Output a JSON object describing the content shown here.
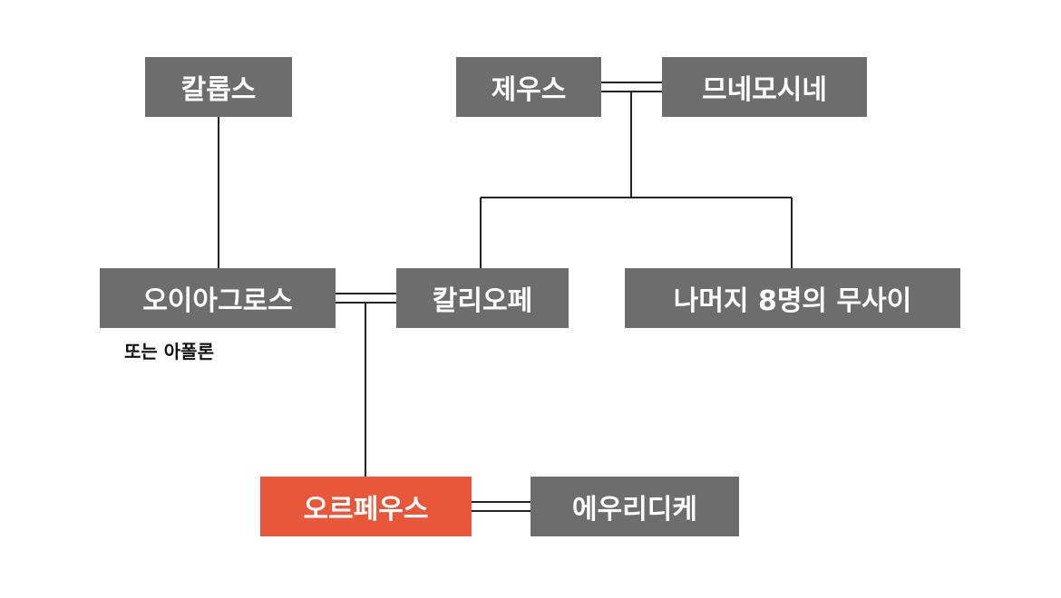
{
  "nodes": {
    "kalleps": "칼롭스",
    "zeus": "제우스",
    "mnemosyne": "므네모시네",
    "oeagrus": "오이아그로스",
    "calliope": "칼리오페",
    "other_muses": "나머지 8명의 무사이",
    "orpheus": "오르페우스",
    "eurydice": "에우리디케"
  },
  "notes": {
    "oeagrus_alt": "또는 아폴론"
  },
  "colors": {
    "node_fill": "#6d6d6d",
    "highlight_fill": "#e8573a",
    "node_text": "#ffffff",
    "line": "#222222"
  }
}
